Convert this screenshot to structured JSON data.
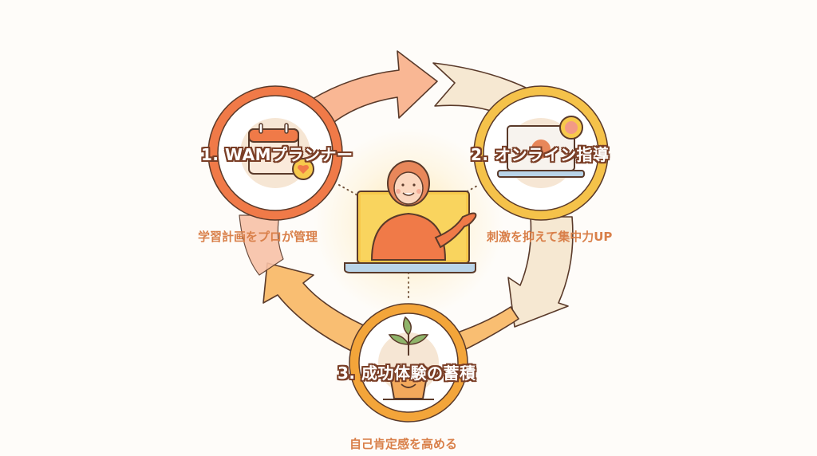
{
  "diagram": {
    "type": "cycle",
    "center": {
      "illustration": "teacher-on-laptop",
      "description": "Smiling tutor waving from a laptop screen"
    },
    "nodes": [
      {
        "title": "1. WAMプランナー",
        "subtitle": "学習計画をプロが管理",
        "icon": "calendar-heart-icon",
        "ring_color": "#f07a48"
      },
      {
        "title": "2. オンライン指導",
        "subtitle": "刺激を抑えて集中力UP",
        "icon": "laptop-focus-brain-icon",
        "ring_color": "#f5c24a"
      },
      {
        "title": "3. 成功体験の蓄積",
        "subtitle": "自己肯定感を高める",
        "icon": "smiling-plant-pot-icon",
        "ring_color": "#f3a53a"
      }
    ],
    "arrows": [
      {
        "from": 1,
        "to": 2,
        "color": "#f9b794"
      },
      {
        "from": 2,
        "to": 3,
        "color": "#f6e8d2"
      },
      {
        "from": 3,
        "to": 1,
        "color": "#f9be72"
      }
    ],
    "colors": {
      "outline": "#5a3a2a",
      "subtitle_text": "#d9804a",
      "background": "#fefcf9"
    }
  }
}
